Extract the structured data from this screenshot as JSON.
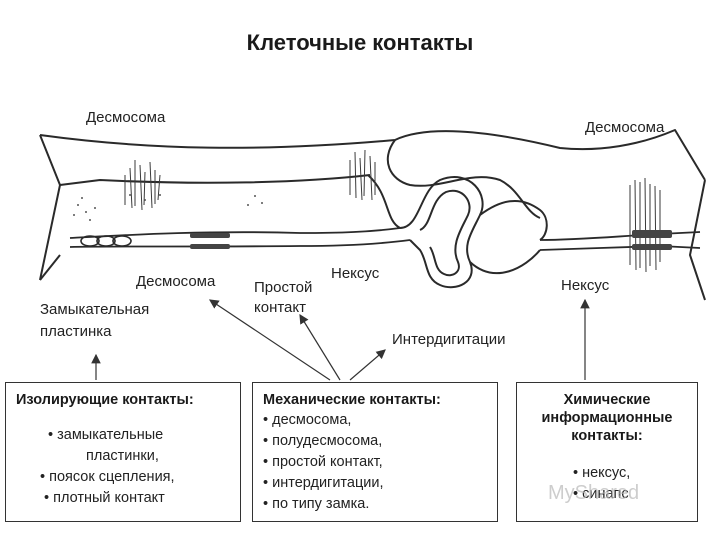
{
  "title": "Клеточные контакты",
  "labels": {
    "desmosome_top_left": "Десмосома",
    "desmosome_top_right": "Десмосома",
    "desmosome_mid": "Десмосома",
    "simple_contact_line1": "Простой",
    "simple_contact_line2": "контакт",
    "nexus_mid": "Нексус",
    "nexus_right": "Нексус",
    "tight_plate_line1": "Замыкательная",
    "tight_plate_line2": "пластинка",
    "interdigitation": "Интердигитации"
  },
  "boxes": {
    "isolating": {
      "title": "Изолирующие контакты:",
      "items": [
        "• замыкательные",
        "пластинки,",
        "• поясок сцепления,",
        "• плотный контакт"
      ]
    },
    "mechanical": {
      "title": "Механические контакты:",
      "items": [
        "• десмосома,",
        "• полудесмосома,",
        "• простой контакт,",
        "• интердигитации,",
        "• по типу замка."
      ]
    },
    "chemical": {
      "title_line1": "Химические",
      "title_line2": "информационные",
      "title_line3": "контакты:",
      "items": [
        "• нексус,",
        "• синапс"
      ]
    }
  },
  "watermark": "MyShared"
}
